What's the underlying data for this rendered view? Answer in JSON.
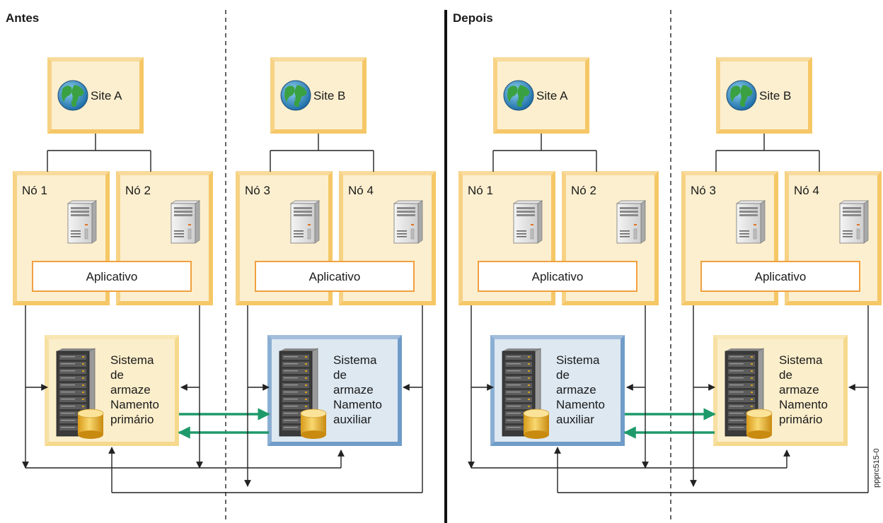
{
  "panels": [
    {
      "heading": "Antes",
      "sites": [
        {
          "label": "Site A",
          "nodes": [
            "Nó 1",
            "Nó 2"
          ],
          "app": "Aplicativo"
        },
        {
          "label": "Site B",
          "nodes": [
            "Nó 3",
            "Nó 4"
          ],
          "app": "Aplicativo"
        }
      ],
      "storage": [
        {
          "lines": [
            "Sistema",
            "de",
            "armaze",
            "Namento",
            "primário"
          ],
          "role": "primary"
        },
        {
          "lines": [
            "Sistema",
            "de",
            "armaze",
            "Namento",
            "auxiliar"
          ],
          "role": "auxiliary"
        }
      ]
    },
    {
      "heading": "Depois",
      "sites": [
        {
          "label": "Site A",
          "nodes": [
            "Nó 1",
            "Nó 2"
          ],
          "app": "Aplicativo"
        },
        {
          "label": "Site B",
          "nodes": [
            "Nó 3",
            "Nó 4"
          ],
          "app": "Aplicativo"
        }
      ],
      "storage": [
        {
          "lines": [
            "Sistema",
            "de",
            "armaze",
            "Namento",
            "auxiliar"
          ],
          "role": "auxiliary"
        },
        {
          "lines": [
            "Sistema",
            "de",
            "armaze",
            "Namento",
            "primário"
          ],
          "role": "primary"
        }
      ]
    }
  ],
  "figure_id": "ppprc515-0",
  "colors": {
    "primary_box": "#f5d98c",
    "primary_fill": "#fbeecb",
    "auxiliary_box": "#6f9cc8",
    "auxiliary_fill": "#dde8f1",
    "node_fill": "#fcefcf",
    "app_border": "#f0a040",
    "replication_arrow": "#1e9a6a",
    "line": "#222222"
  }
}
